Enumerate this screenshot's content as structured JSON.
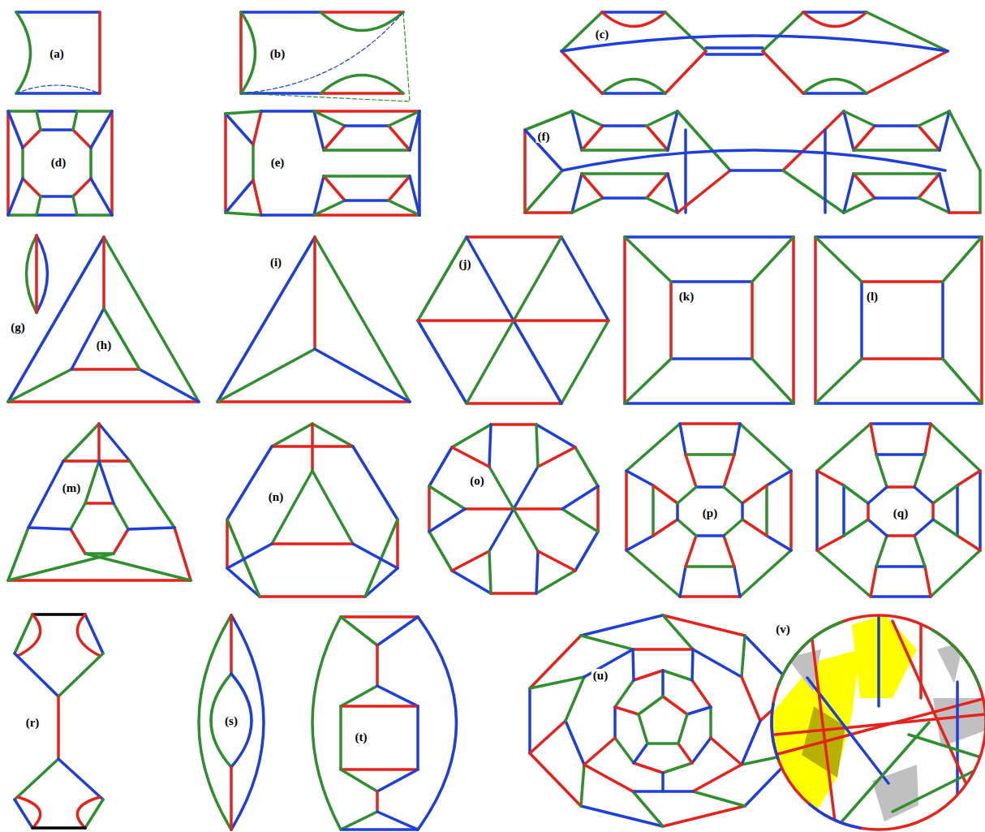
{
  "diagram": {
    "labels": [
      "(a)",
      "(b)",
      "(c)",
      "(d)",
      "(e)",
      "(f)",
      "(g)",
      "(h)",
      "(i)",
      "(j)",
      "(k)",
      "(l)",
      "(m)",
      "(n)",
      "(o)",
      "(p)",
      "(q)",
      "(r)",
      "(s)",
      "(t)",
      "(u)",
      "(v)"
    ]
  }
}
